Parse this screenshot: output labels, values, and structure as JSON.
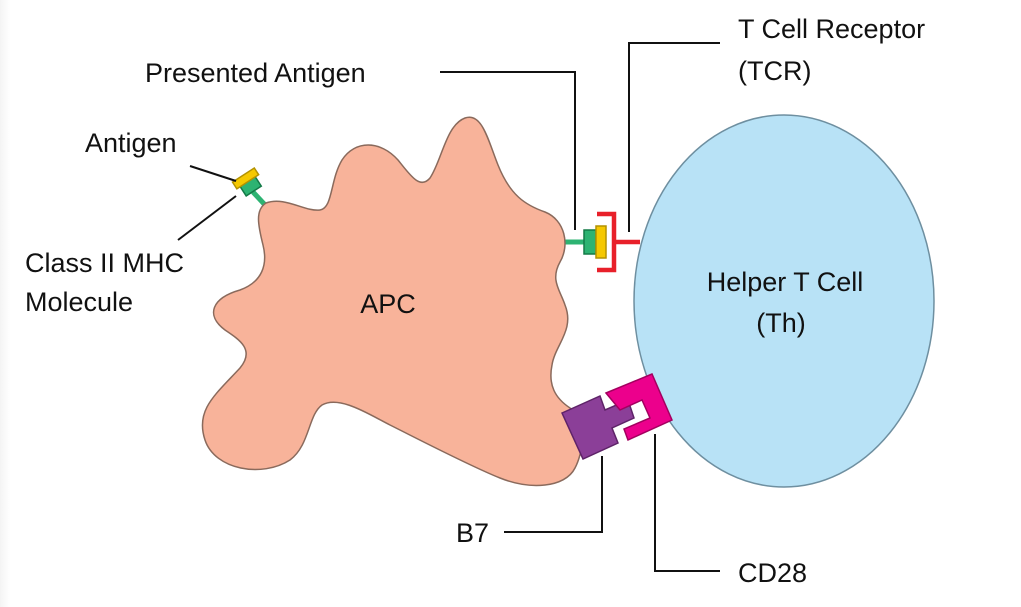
{
  "diagram": {
    "title": "",
    "cells": {
      "apc": {
        "label": "APC",
        "fill": "#f8b39a",
        "stroke": "#8a6a5c"
      },
      "helper_t": {
        "label_line1": "Helper T Cell",
        "label_line2": "(Th)",
        "fill": "#b8e2f6",
        "stroke": "#6e8fa0"
      }
    },
    "labels": {
      "antigen": "Antigen",
      "mhc_line1": "Class II MHC",
      "mhc_line2": "Molecule",
      "presented_antigen": "Presented Antigen",
      "tcr_line1": "T Cell Receptor",
      "tcr_line2": "(TCR)",
      "b7": "B7",
      "cd28": "CD28"
    },
    "colors": {
      "mhc_green": "#2db372",
      "mhc_green_stroke": "#137a47",
      "antigen_yellow": "#f5c800",
      "antigen_yellow_stroke": "#b39200",
      "tcr_red": "#e8202a",
      "b7_purple": "#8b3f98",
      "b7_purple_stroke": "#5e2368",
      "cd28_magenta": "#ec008c",
      "cd28_magenta_stroke": "#a3005f"
    }
  }
}
